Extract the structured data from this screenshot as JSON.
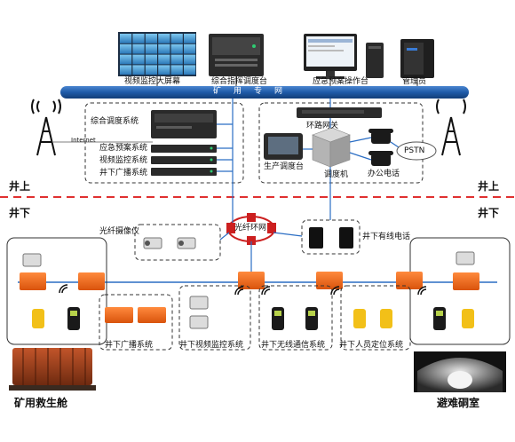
{
  "top_labels": {
    "video_wall": "视频监控大屏幕",
    "dispatch_desk": "综合指挥调度台",
    "emergency_desk": "应急预案操作台",
    "admin": "管理员"
  },
  "network_bar": "矿用专网",
  "server_rack": {
    "title": "综合调度系统",
    "items": [
      "应急预案系统",
      "视频监控系统",
      "井下广播系统"
    ]
  },
  "phone_system": {
    "gateway": "环路网关",
    "console": "生产调度台",
    "dispatcher": "调度机",
    "office_phone": "办公电话",
    "pstn": "PSTN"
  },
  "internet": "Internet",
  "ground": {
    "above": "井上",
    "below": "井下"
  },
  "underground": {
    "camera": "光纤摄像仪",
    "ring": "光纤环网",
    "wired_phone": "井下有线电话",
    "broadcast": "井下广播系统",
    "video_monitor": "井下视频监控系统",
    "wireless": "井下无线通信系统",
    "positioning": "井下人员定位系统",
    "rescue_capsule": "矿用救生舱",
    "refuge_chamber": "避难硐室"
  },
  "colors": {
    "network_bar": "#1e5aa8",
    "ring": "#cc1f1f",
    "switch_orange": "#f06a1e",
    "dash_red": "#e03030",
    "line_blue": "#2a6dc4"
  }
}
